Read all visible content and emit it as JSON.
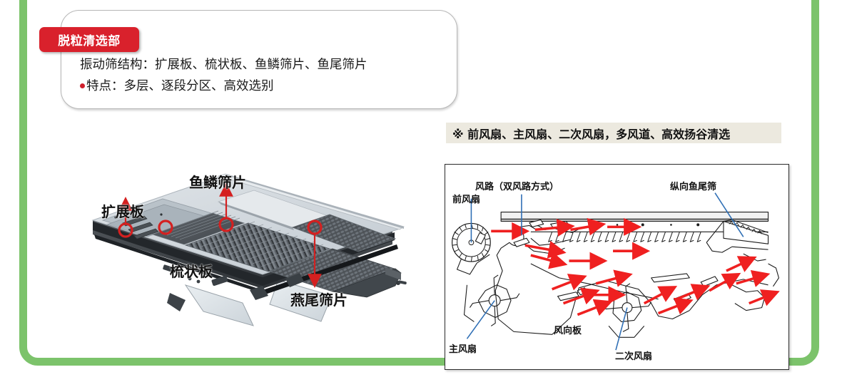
{
  "theme": {
    "frame_green": "#7cc36b",
    "badge_red": "#d9212c",
    "accent_red": "#e02020",
    "leader_blue": "#2f6fb5",
    "header_beige": "#ece9df"
  },
  "callout": {
    "badge_label": "脱粒清选部",
    "line1": "振动筛结构：扩展板、梳状板、鱼鳞筛片、鱼尾筛片",
    "line2": "特点：多层、逐段分区、高效选别"
  },
  "left_diagram": {
    "name": "vibrating-sieve-isometric",
    "labels": {
      "expansion_plate": "扩展板",
      "comb_plate": "梳状板",
      "fish_scale_sieve": "鱼鳞筛片",
      "swallow_tail_sieve": "燕尾筛片"
    }
  },
  "right_section": {
    "header": "※ 前风扇、主风扇、二次风扇，多风道、高效扬谷清选",
    "labels": {
      "front_fan": "前风扇",
      "air_path": "风路（双风路方式）",
      "longitudinal_fishtail_sieve": "纵向鱼尾筛",
      "main_fan": "主风扇",
      "wind_guide_plate": "风向板",
      "secondary_fan": "二次风扇"
    }
  }
}
